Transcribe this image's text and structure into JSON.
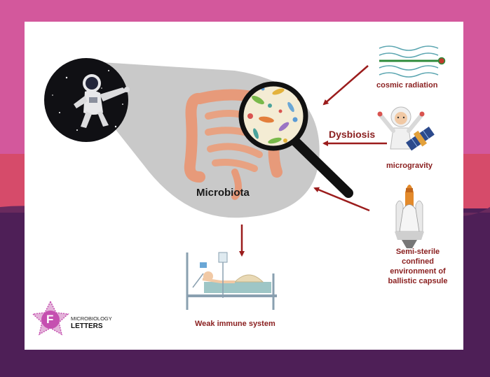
{
  "labels": {
    "microbiota": "Microbiota",
    "dysbiosis": "Dysbiosis",
    "cosmic_radiation": "cosmic radiation",
    "microgravity": "microgravity",
    "capsule_lines": [
      "Semi-sterile",
      "confined",
      "environment of",
      "ballistic capsule"
    ],
    "weak_immune": "Weak immune system"
  },
  "logo": {
    "letter": "F",
    "line1": "MICROBIOLOGY",
    "line2": "LETTERS"
  },
  "colors": {
    "background_top": "#d3589c",
    "background_mid": "#d64b6a",
    "background_bottom": "#4e1f57",
    "arrow": "#9b1c1c",
    "label_text": "#8a1f1f"
  }
}
